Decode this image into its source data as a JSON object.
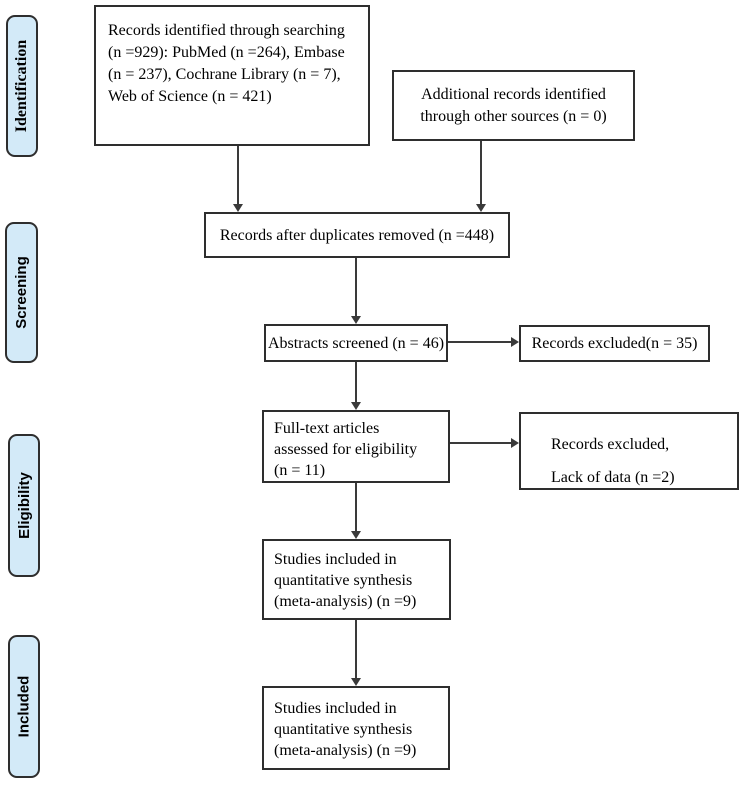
{
  "stages": [
    {
      "label": "Identification"
    },
    {
      "label": "Screening"
    },
    {
      "label": "Eligibility"
    },
    {
      "label": "Included"
    }
  ],
  "boxes": {
    "records_identified": {
      "lines": [
        "Records identified through searching",
        "(n =929): PubMed (n =264), Embase",
        "(n = 237), Cochrane Library (n = 7),",
        "Web of Science (n = 421)"
      ]
    },
    "additional_records": {
      "lines": [
        "Additional records identified",
        "through other sources (n = 0)"
      ]
    },
    "duplicates_removed": {
      "lines": [
        "Records after duplicates removed (n =448)"
      ]
    },
    "abstracts_screened": {
      "lines": [
        "Abstracts screened (n = 46)"
      ]
    },
    "records_excluded_screening": {
      "lines": [
        "Records excluded(n = 35)"
      ]
    },
    "fulltext_assessed": {
      "lines": [
        "Full-text articles",
        "assessed for eligibility",
        "(n = 11)"
      ]
    },
    "records_excluded_eligibility": {
      "lines": [
        "Records excluded,",
        "Lack of data (n =2)"
      ]
    },
    "quantitative_synthesis_1": {
      "lines": [
        "Studies included in",
        "quantitative synthesis",
        "(meta-analysis) (n =9)"
      ]
    },
    "quantitative_synthesis_2": {
      "lines": [
        "Studies included in",
        "quantitative synthesis",
        "(meta-analysis) (n =9)"
      ]
    }
  },
  "colors": {
    "stage_fill": "#d3eaf8",
    "box_border": "#2e2e2e",
    "arrow": "#3a3a3a",
    "text": "#000000",
    "background": "#ffffff"
  }
}
